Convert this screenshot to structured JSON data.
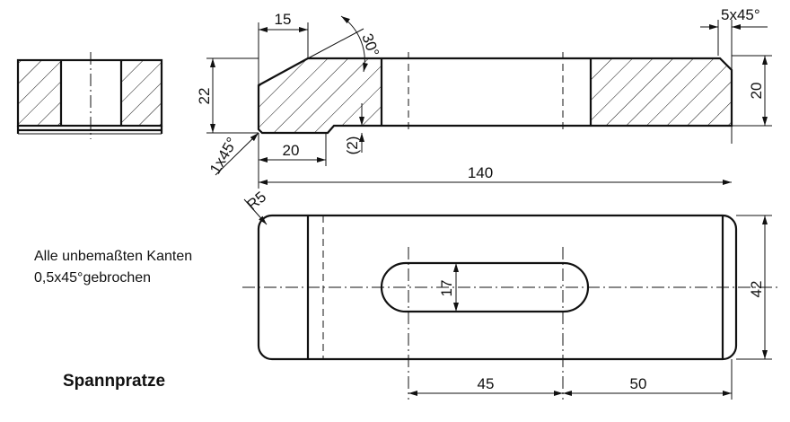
{
  "title": "Spannpratze",
  "note": {
    "line1": "Alle unbemaßten Kanten",
    "line2": "0,5x45°gebrochen"
  },
  "dimensions": {
    "width_top_chamfer": "15",
    "angle": "30°",
    "right_chamfer": "5x45°",
    "height_left": "22",
    "height_right": "20",
    "left_chamfer": "1x45°",
    "step_length": "20",
    "step_depth": "(2)",
    "total_length": "140",
    "radius": "R5",
    "slot_width": "17",
    "total_width": "42",
    "slot_start": "45",
    "slot_end_to_edge": "50"
  }
}
